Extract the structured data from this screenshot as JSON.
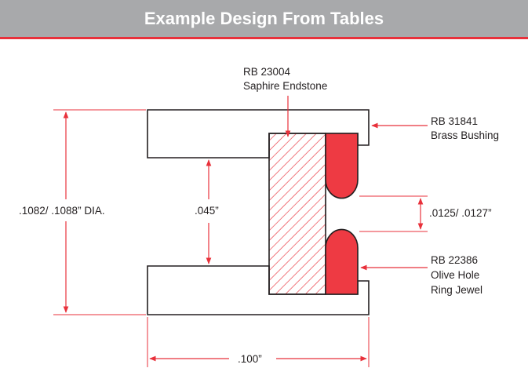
{
  "title": "Example Design From Tables",
  "colors": {
    "header_bg": "#a8a9ab",
    "header_rule": "#e8313b",
    "accent": "#e8313b",
    "jewel_fill": "#ee3a43",
    "outline": "#231f20"
  },
  "callouts": {
    "endstone": {
      "part": "RB 23004",
      "name": "Saphire Endstone"
    },
    "bushing": {
      "part": "RB 31841",
      "name": "Brass Bushing"
    },
    "jewel": {
      "part": "RB 22386",
      "line2": "Olive Hole",
      "line3": "Ring Jewel"
    }
  },
  "dimensions": {
    "outer_dia": ".1082/ .1088” DIA.",
    "inner_bore": ".045”",
    "hole": ".0125/ .0127”",
    "length": ".100”"
  }
}
